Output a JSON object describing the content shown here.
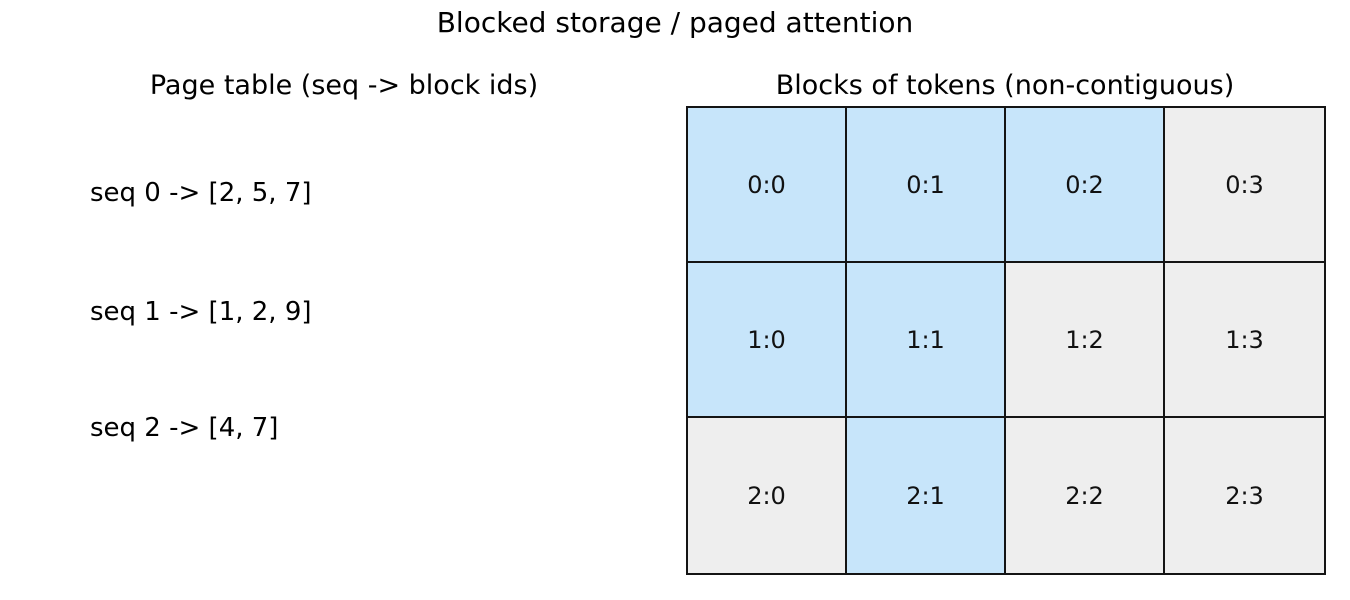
{
  "title": "Blocked storage / paged attention",
  "page_table": {
    "header": "Page table (seq -> block ids)",
    "entries": [
      {
        "label": "seq 0 -> [2, 5, 7]"
      },
      {
        "label": "seq 1 -> [1, 2, 9]"
      },
      {
        "label": "seq 2 -> [4, 7]"
      }
    ]
  },
  "blocks_grid": {
    "header": "Blocks of tokens (non-contiguous)",
    "rows": [
      {
        "cells": [
          {
            "label": "0:0",
            "highlighted": true
          },
          {
            "label": "0:1",
            "highlighted": true
          },
          {
            "label": "0:2",
            "highlighted": true
          },
          {
            "label": "0:3",
            "highlighted": false
          }
        ]
      },
      {
        "cells": [
          {
            "label": "1:0",
            "highlighted": true
          },
          {
            "label": "1:1",
            "highlighted": true
          },
          {
            "label": "1:2",
            "highlighted": false
          },
          {
            "label": "1:3",
            "highlighted": false
          }
        ]
      },
      {
        "cells": [
          {
            "label": "2:0",
            "highlighted": false
          },
          {
            "label": "2:1",
            "highlighted": true
          },
          {
            "label": "2:2",
            "highlighted": false
          },
          {
            "label": "2:3",
            "highlighted": false
          }
        ]
      }
    ],
    "colors": {
      "highlighted": "#c7e5fa",
      "free": "#eeeeee",
      "border": "#141414"
    }
  }
}
